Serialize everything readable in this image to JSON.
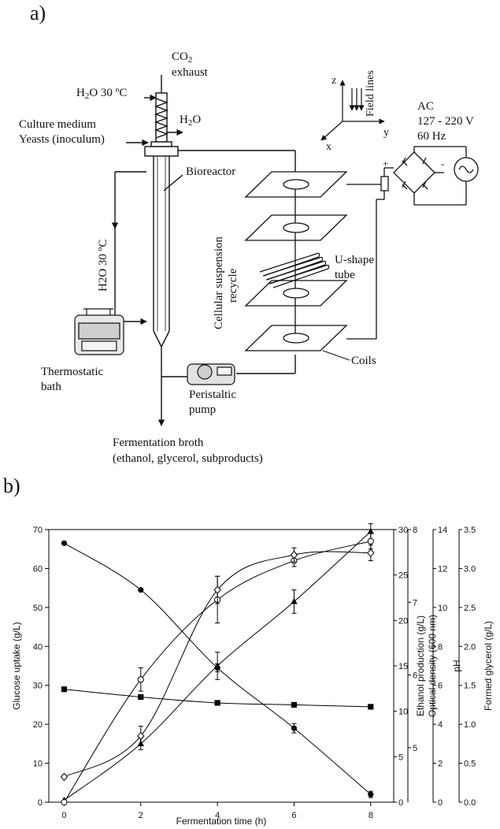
{
  "labels": {
    "panel_a": "a)",
    "panel_b": "b)"
  },
  "diagram": {
    "co2_line1": "CO",
    "co2_sub": "2",
    "co2_line2": "exhaust",
    "h2o_in_1": "H",
    "h2o_in_sub": "2",
    "h2o_in_2": "O 30 ºC",
    "h2o_out_1": "H",
    "h2o_out_sub": "2",
    "h2o_out_2": "O",
    "culture_1": "Culture medium",
    "culture_2": "Yeasts (inoculum)",
    "bioreactor": "Bioreactor",
    "h2o_side": "H2O 30 ºC",
    "thermostatic_1": "Thermostatic",
    "thermostatic_2": "bath",
    "peristaltic_1": "Peristaltic",
    "peristaltic_2": "pump",
    "broth_1": "Fermentation broth",
    "broth_2": "(ethanol, glycerol, subproducts)",
    "recycle_1": "Cellular suspension",
    "recycle_2": "recycle",
    "ushape_1": "U-shape",
    "ushape_2": "tube",
    "coils": "Coils",
    "field_lines": "Field lines",
    "axis_z": "z",
    "axis_y": "y",
    "axis_x": "x",
    "ac_1": "AC",
    "ac_2": "127 - 220 V",
    "ac_3": "60 Hz",
    "plus": "+",
    "minus": "-"
  },
  "chart_data": {
    "type": "line",
    "xlabel": "Fermentation time (h)",
    "x": [
      0,
      2,
      4,
      6,
      8
    ],
    "xticks": [
      "0",
      "2",
      "4",
      "6",
      "8"
    ],
    "axes": [
      {
        "id": "glucose",
        "label": "Glucose uptake (g/L)",
        "min": 0,
        "max": 70,
        "ticks": [
          "0",
          "10",
          "20",
          "30",
          "40",
          "50",
          "60",
          "70"
        ],
        "tick_values": [
          0,
          10,
          20,
          30,
          40,
          50,
          60,
          70
        ]
      },
      {
        "id": "ethanol",
        "label": "Ethanol production (g/L)",
        "min": 0,
        "max": 30,
        "ticks": [
          "0",
          "5",
          "10",
          "15",
          "20",
          "25",
          "30"
        ],
        "tick_values": [
          0,
          5,
          10,
          15,
          20,
          25,
          30
        ]
      },
      {
        "id": "od",
        "label": "Optical density (600 nm)",
        "min": 4.25,
        "max": 8,
        "ticks": [
          "5",
          "6",
          "7",
          "8"
        ],
        "tick_values": [
          5,
          6,
          7,
          8
        ]
      },
      {
        "id": "ph",
        "label": "pH",
        "min": 0,
        "max": 14,
        "ticks": [
          "0",
          "2",
          "4",
          "6",
          "8",
          "10",
          "12",
          "14"
        ],
        "tick_values": [
          0,
          2,
          4,
          6,
          8,
          10,
          12,
          14
        ]
      },
      {
        "id": "glycerol",
        "label": "Formed glycerol (g/L)",
        "min": 0,
        "max": 3.5,
        "ticks": [
          "0.0",
          "0.5",
          "1.0",
          "1.5",
          "2.0",
          "2.5",
          "3.0",
          "3.5"
        ],
        "tick_values": [
          0,
          0.5,
          1,
          1.5,
          2,
          2.5,
          3,
          3.5
        ]
      }
    ],
    "series": [
      {
        "marker": "filled-circle",
        "axis": "glucose",
        "values": [
          66.5,
          54.5,
          34.5,
          19,
          2
        ],
        "errors": [
          0,
          0,
          1,
          1.2,
          0.8
        ]
      },
      {
        "marker": "filled-square",
        "axis": "glucose",
        "values": [
          29,
          27,
          25.5,
          25,
          24.5
        ],
        "errors": [
          0,
          0,
          0,
          0,
          0
        ]
      },
      {
        "marker": "filled-triangle",
        "axis": "glucose",
        "values": [
          0.5,
          15,
          35,
          51.5,
          69.5
        ],
        "errors": [
          0,
          1.5,
          3.5,
          3,
          2
        ]
      },
      {
        "marker": "open-circle",
        "axis": "glucose",
        "values": [
          0,
          31.5,
          52,
          62,
          67
        ],
        "errors": [
          0,
          3,
          6,
          1.5,
          2
        ]
      },
      {
        "marker": "open-diamond",
        "axis": "glucose",
        "values": [
          6.5,
          17,
          54.5,
          63.5,
          64
        ],
        "errors": [
          0,
          2.5,
          3.5,
          1.8,
          2
        ]
      }
    ],
    "colors": {
      "line": "#000000",
      "axis": "#000000"
    }
  }
}
